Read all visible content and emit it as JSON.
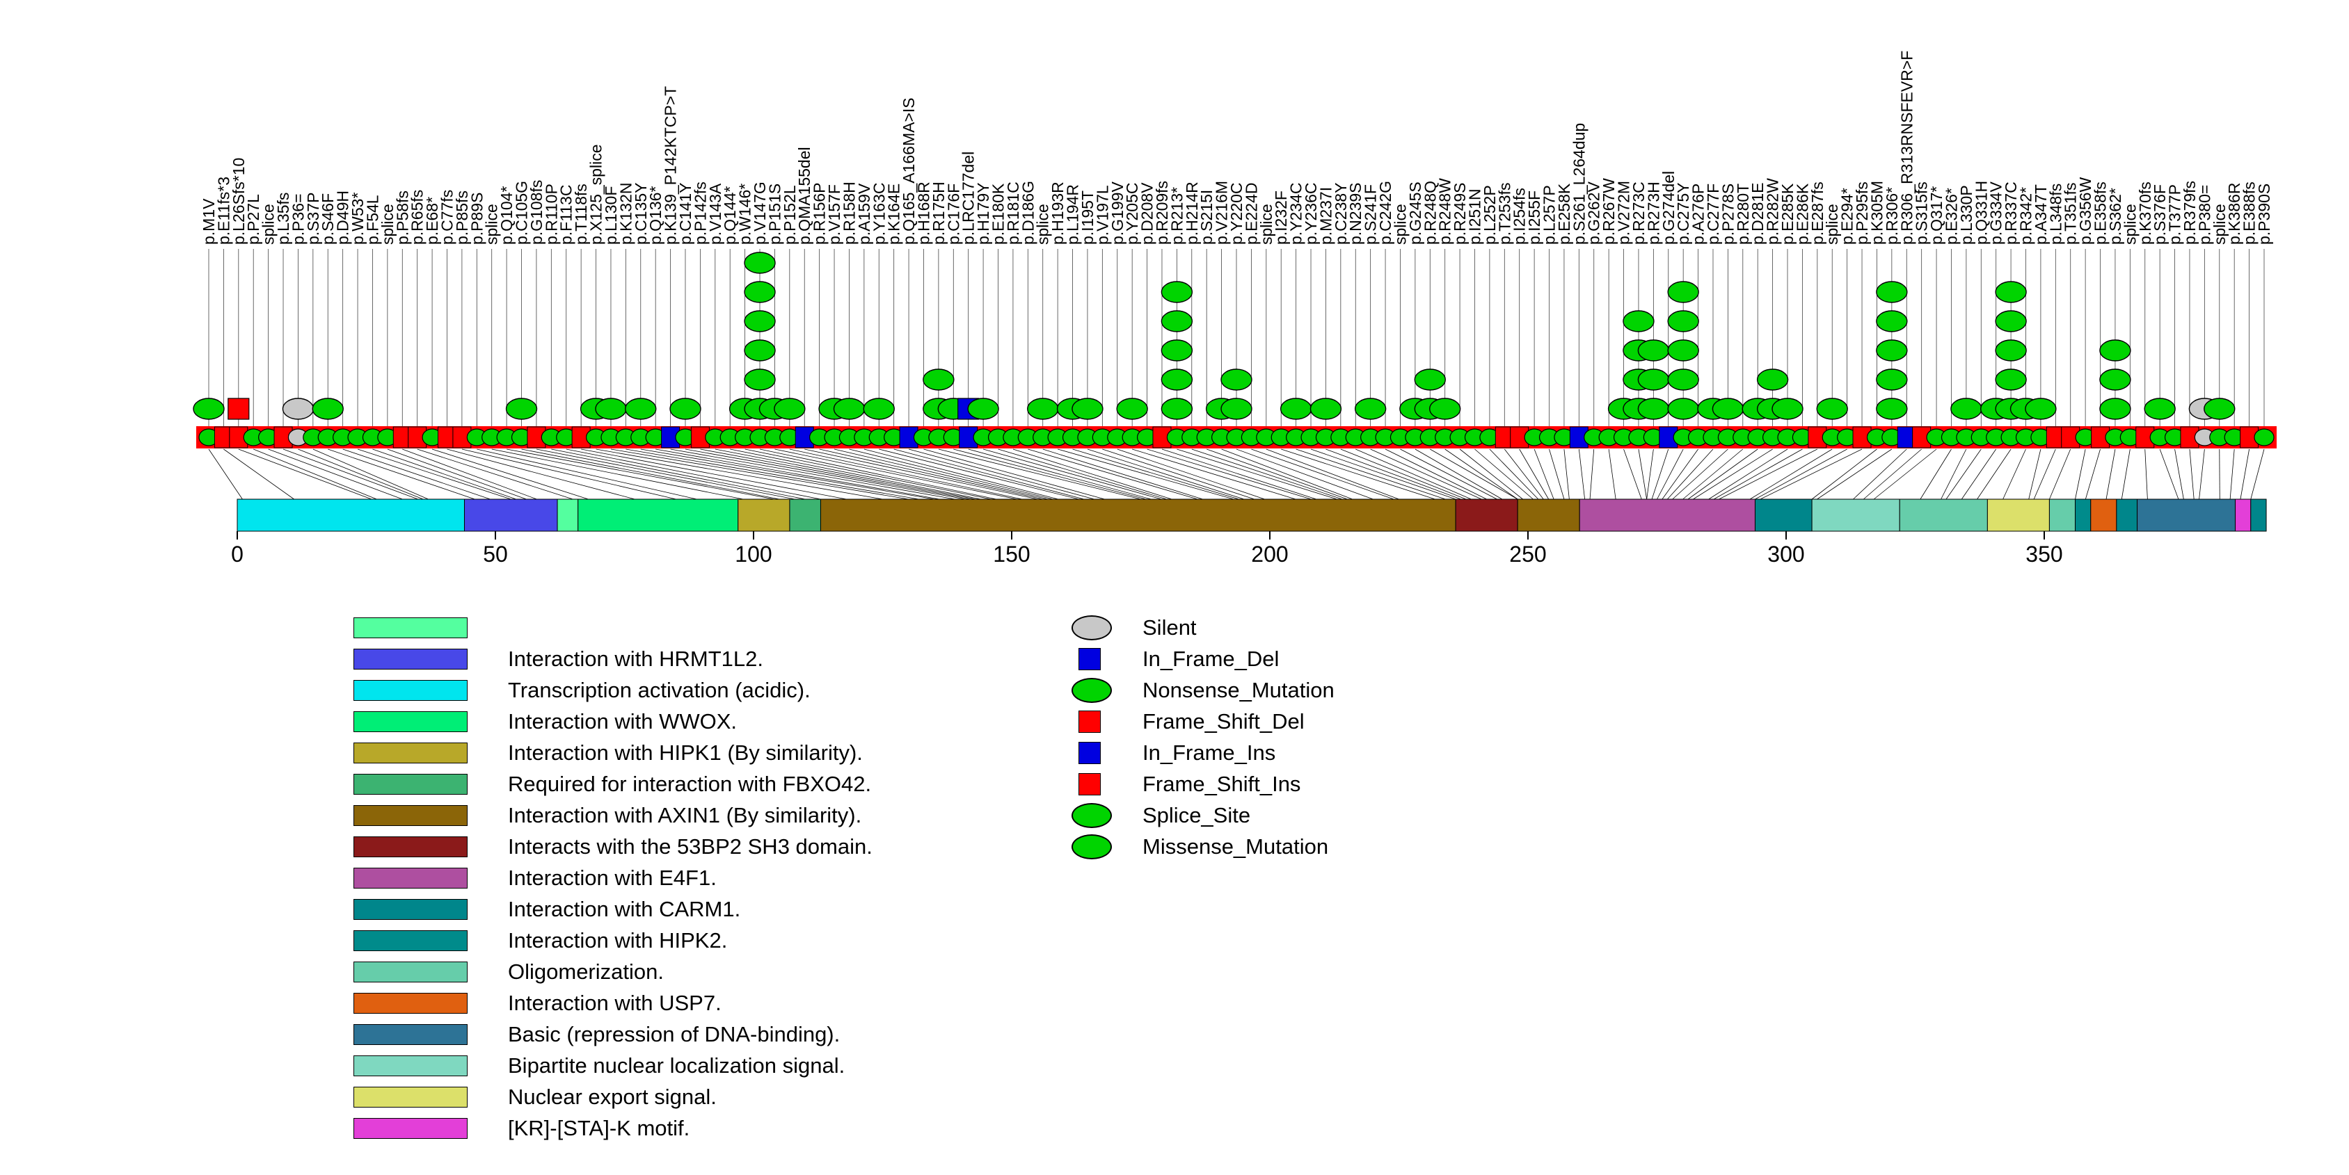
{
  "chart_data": {
    "type": "lollipop",
    "title": "",
    "protein_length": 393,
    "axis_ticks": [
      0,
      50,
      100,
      150,
      200,
      250,
      300,
      350
    ],
    "type_colors": {
      "Missense_Mutation": "#00D400",
      "Nonsense_Mutation": "#00D400",
      "Splice_Site": "#00D400",
      "Silent": "#C8C8C8",
      "Frame_Shift_Del": "#FF0000",
      "Frame_Shift_Ins": "#FF0000",
      "In_Frame_Del": "#0000E0",
      "In_Frame_Ins": "#0000E0"
    },
    "type_shapes": {
      "Missense_Mutation": "ellipse",
      "Nonsense_Mutation": "ellipse",
      "Splice_Site": "ellipse",
      "Silent": "ellipse",
      "Frame_Shift_Del": "rect",
      "Frame_Shift_Ins": "rect",
      "In_Frame_Del": "rect",
      "In_Frame_Ins": "rect"
    },
    "mutation_columns": [
      "label",
      "pos",
      "type",
      "count"
    ],
    "mutations": [
      [
        "p.M1V",
        1,
        "Missense_Mutation",
        2
      ],
      [
        "p.E11fs*3",
        11,
        "Frame_Shift_Del",
        1
      ],
      [
        "p.L26Sfs*10",
        26,
        "Frame_Shift_Del",
        2
      ],
      [
        "p.P27L",
        27,
        "Missense_Mutation",
        1
      ],
      [
        "splice",
        32,
        "Splice_Site",
        1
      ],
      [
        "p.L35fs",
        35,
        "Frame_Shift_Del",
        1
      ],
      [
        "p.P36=",
        36,
        "Silent",
        2
      ],
      [
        "p.S37P",
        37,
        "Missense_Mutation",
        1
      ],
      [
        "p.S46F",
        46,
        "Missense_Mutation",
        2
      ],
      [
        "p.D49H",
        49,
        "Missense_Mutation",
        1
      ],
      [
        "p.W53*",
        53,
        "Nonsense_Mutation",
        1
      ],
      [
        "p.F54L",
        54,
        "Missense_Mutation",
        1
      ],
      [
        "splice",
        56,
        "Splice_Site",
        1
      ],
      [
        "p.P58fs",
        58,
        "Frame_Shift_Del",
        1
      ],
      [
        "p.R65fs",
        65,
        "Frame_Shift_Ins",
        1
      ],
      [
        "p.E68*",
        68,
        "Nonsense_Mutation",
        1
      ],
      [
        "p.C77fs",
        77,
        "Frame_Shift_Del",
        1
      ],
      [
        "p.P85fs",
        85,
        "Frame_Shift_Del",
        1
      ],
      [
        "p.P89S",
        89,
        "Missense_Mutation",
        1
      ],
      [
        "splice",
        98,
        "Splice_Site",
        1
      ],
      [
        "p.Q104*",
        104,
        "Nonsense_Mutation",
        1
      ],
      [
        "p.C105G",
        105,
        "Missense_Mutation",
        2
      ],
      [
        "p.G108fs",
        108,
        "Frame_Shift_Del",
        1
      ],
      [
        "p.R110P",
        110,
        "Missense_Mutation",
        1
      ],
      [
        "p.F113C",
        113,
        "Missense_Mutation",
        1
      ],
      [
        "p.T118fs",
        118,
        "Frame_Shift_Del",
        1
      ],
      [
        "p.X125_splice",
        125,
        "Splice_Site",
        2
      ],
      [
        "p.L130F",
        130,
        "Missense_Mutation",
        2
      ],
      [
        "p.K132N",
        132,
        "Missense_Mutation",
        1
      ],
      [
        "p.C135Y",
        135,
        "Missense_Mutation",
        2
      ],
      [
        "p.Q136*",
        136,
        "Nonsense_Mutation",
        1
      ],
      [
        "p.K139_P142KTCP>T",
        139,
        "In_Frame_Del",
        1
      ],
      [
        "p.C141Y",
        141,
        "Missense_Mutation",
        2
      ],
      [
        "p.P142fs",
        142,
        "Frame_Shift_Del",
        1
      ],
      [
        "p.V143A",
        143,
        "Missense_Mutation",
        1
      ],
      [
        "p.Q144*",
        144,
        "Nonsense_Mutation",
        1
      ],
      [
        "p.W146*",
        146,
        "Nonsense_Mutation",
        2
      ],
      [
        "p.V147G",
        147,
        "Missense_Mutation",
        7
      ],
      [
        "p.P151S",
        151,
        "Missense_Mutation",
        2
      ],
      [
        "p.P152L",
        152,
        "Missense_Mutation",
        2
      ],
      [
        "p.QMA155del",
        155,
        "In_Frame_Del",
        1
      ],
      [
        "p.R156P",
        156,
        "Missense_Mutation",
        1
      ],
      [
        "p.V157F",
        157,
        "Missense_Mutation",
        2
      ],
      [
        "p.R158H",
        158,
        "Missense_Mutation",
        2
      ],
      [
        "p.A159V",
        159,
        "Missense_Mutation",
        1
      ],
      [
        "p.Y163C",
        163,
        "Missense_Mutation",
        2
      ],
      [
        "p.K164E",
        164,
        "Missense_Mutation",
        1
      ],
      [
        "p.Q165_A166MA>IS",
        166,
        "In_Frame_Ins",
        1
      ],
      [
        "p.H168R",
        168,
        "Missense_Mutation",
        1
      ],
      [
        "p.R175H",
        175,
        "Missense_Mutation",
        3
      ],
      [
        "p.C176F",
        176,
        "Missense_Mutation",
        2
      ],
      [
        "p.LRC177del",
        177,
        "In_Frame_Del",
        2
      ],
      [
        "p.H179Y",
        179,
        "Missense_Mutation",
        2
      ],
      [
        "p.E180K",
        180,
        "Missense_Mutation",
        1
      ],
      [
        "p.R181C",
        181,
        "Missense_Mutation",
        1
      ],
      [
        "p.D186G",
        186,
        "Missense_Mutation",
        1
      ],
      [
        "splice",
        187,
        "Splice_Site",
        2
      ],
      [
        "p.H193R",
        193,
        "Missense_Mutation",
        1
      ],
      [
        "p.L194R",
        194,
        "Missense_Mutation",
        2
      ],
      [
        "p.I195T",
        195,
        "Missense_Mutation",
        2
      ],
      [
        "p.V197L",
        197,
        "Missense_Mutation",
        1
      ],
      [
        "p.G199V",
        199,
        "Missense_Mutation",
        1
      ],
      [
        "p.Y205C",
        205,
        "Missense_Mutation",
        2
      ],
      [
        "p.D208V",
        208,
        "Missense_Mutation",
        1
      ],
      [
        "p.R209fs",
        209,
        "Frame_Shift_Del",
        1
      ],
      [
        "p.R213*",
        213,
        "Nonsense_Mutation",
        6
      ],
      [
        "p.H214R",
        214,
        "Missense_Mutation",
        1
      ],
      [
        "p.S215I",
        215,
        "Missense_Mutation",
        1
      ],
      [
        "p.V216M",
        216,
        "Missense_Mutation",
        2
      ],
      [
        "p.Y220C",
        220,
        "Missense_Mutation",
        3
      ],
      [
        "p.E224D",
        224,
        "Missense_Mutation",
        1
      ],
      [
        "splice",
        225,
        "Splice_Site",
        1
      ],
      [
        "p.I232F",
        232,
        "Missense_Mutation",
        1
      ],
      [
        "p.Y234C",
        234,
        "Missense_Mutation",
        2
      ],
      [
        "p.Y236C",
        236,
        "Missense_Mutation",
        1
      ],
      [
        "p.M237I",
        237,
        "Missense_Mutation",
        2
      ],
      [
        "p.C238Y",
        238,
        "Missense_Mutation",
        1
      ],
      [
        "p.N239S",
        239,
        "Missense_Mutation",
        1
      ],
      [
        "p.S241F",
        241,
        "Missense_Mutation",
        2
      ],
      [
        "p.C242G",
        242,
        "Missense_Mutation",
        1
      ],
      [
        "splice",
        244,
        "Splice_Site",
        1
      ],
      [
        "p.G245S",
        245,
        "Missense_Mutation",
        2
      ],
      [
        "p.R248Q",
        248,
        "Missense_Mutation",
        3
      ],
      [
        "p.R248W",
        248,
        "Missense_Mutation",
        2
      ],
      [
        "p.R249S",
        249,
        "Missense_Mutation",
        1
      ],
      [
        "p.I251N",
        251,
        "Missense_Mutation",
        1
      ],
      [
        "p.L252P",
        252,
        "Missense_Mutation",
        1
      ],
      [
        "p.T253fs",
        253,
        "Frame_Shift_Del",
        1
      ],
      [
        "p.I254fs",
        254,
        "Frame_Shift_Del",
        1
      ],
      [
        "p.I255F",
        255,
        "Missense_Mutation",
        1
      ],
      [
        "p.L257P",
        257,
        "Missense_Mutation",
        1
      ],
      [
        "p.E258K",
        258,
        "Missense_Mutation",
        1
      ],
      [
        "p.S261_L264dup",
        261,
        "In_Frame_Ins",
        1
      ],
      [
        "p.G262V",
        262,
        "Missense_Mutation",
        1
      ],
      [
        "p.R267W",
        267,
        "Missense_Mutation",
        1
      ],
      [
        "p.V272M",
        272,
        "Missense_Mutation",
        2
      ],
      [
        "p.R273C",
        273,
        "Missense_Mutation",
        5
      ],
      [
        "p.R273H",
        273,
        "Missense_Mutation",
        4
      ],
      [
        "p.G274del",
        274,
        "In_Frame_Del",
        1
      ],
      [
        "p.C275Y",
        275,
        "Missense_Mutation",
        6
      ],
      [
        "p.A276P",
        276,
        "Missense_Mutation",
        1
      ],
      [
        "p.C277F",
        277,
        "Missense_Mutation",
        2
      ],
      [
        "p.P278S",
        278,
        "Missense_Mutation",
        2
      ],
      [
        "p.R280T",
        280,
        "Missense_Mutation",
        1
      ],
      [
        "p.D281E",
        281,
        "Missense_Mutation",
        2
      ],
      [
        "p.R282W",
        282,
        "Missense_Mutation",
        3
      ],
      [
        "p.E285K",
        285,
        "Missense_Mutation",
        2
      ],
      [
        "p.E286K",
        286,
        "Missense_Mutation",
        1
      ],
      [
        "p.E287fs",
        287,
        "Frame_Shift_Del",
        1
      ],
      [
        "splice",
        293,
        "Splice_Site",
        2
      ],
      [
        "p.E294*",
        294,
        "Nonsense_Mutation",
        1
      ],
      [
        "p.P295fs",
        295,
        "Frame_Shift_Del",
        1
      ],
      [
        "p.K305M",
        305,
        "Missense_Mutation",
        1
      ],
      [
        "p.R306*",
        306,
        "Nonsense_Mutation",
        6
      ],
      [
        "p.R306_R313RNSFEVR>F",
        313,
        "In_Frame_Del",
        1
      ],
      [
        "p.S315fs",
        315,
        "Frame_Shift_Ins",
        1
      ],
      [
        "p.Q317*",
        317,
        "Nonsense_Mutation",
        1
      ],
      [
        "p.E326*",
        326,
        "Nonsense_Mutation",
        1
      ],
      [
        "p.L330P",
        330,
        "Missense_Mutation",
        2
      ],
      [
        "p.Q331H",
        331,
        "Missense_Mutation",
        1
      ],
      [
        "p.G334V",
        334,
        "Missense_Mutation",
        2
      ],
      [
        "p.R337C",
        337,
        "Missense_Mutation",
        6
      ],
      [
        "p.R342*",
        342,
        "Nonsense_Mutation",
        2
      ],
      [
        "p.A347T",
        347,
        "Missense_Mutation",
        2
      ],
      [
        "p.L348fs",
        348,
        "Frame_Shift_Del",
        1
      ],
      [
        "p.T351fs",
        351,
        "Frame_Shift_Ins",
        1
      ],
      [
        "p.G356W",
        356,
        "Missense_Mutation",
        1
      ],
      [
        "p.E358fs",
        358,
        "Frame_Shift_Del",
        1
      ],
      [
        "p.S362*",
        362,
        "Nonsense_Mutation",
        4
      ],
      [
        "splice",
        365,
        "Splice_Site",
        1
      ],
      [
        "p.K370fs",
        370,
        "Frame_Shift_Del",
        1
      ],
      [
        "p.S376F",
        376,
        "Missense_Mutation",
        2
      ],
      [
        "p.T377P",
        377,
        "Missense_Mutation",
        1
      ],
      [
        "p.R379fs",
        379,
        "Frame_Shift_Del",
        1
      ],
      [
        "p.P380=",
        380,
        "Silent",
        2
      ],
      [
        "splice",
        384,
        "Splice_Site",
        2
      ],
      [
        "p.K386R",
        386,
        "Missense_Mutation",
        1
      ],
      [
        "p.E388fs",
        388,
        "Frame_Shift_Del",
        1
      ],
      [
        "p.P390S",
        390,
        "Missense_Mutation",
        1
      ]
    ],
    "domains": [
      {
        "start": 0,
        "end": 44,
        "color": "#00E5EE",
        "label": "Transcription activation (acidic)."
      },
      {
        "start": 44,
        "end": 62,
        "color": "#4848E8",
        "label": "Interaction with HRMT1L2."
      },
      {
        "start": 62,
        "end": 66,
        "color": "#54FF9F",
        "label": ""
      },
      {
        "start": 66,
        "end": 97,
        "color": "#00EE76",
        "label": "Interaction with WWOX."
      },
      {
        "start": 97,
        "end": 107,
        "color": "#B8A829",
        "label": "Interaction with HIPK1 (By similarity)."
      },
      {
        "start": 107,
        "end": 113,
        "color": "#3CB371",
        "label": "Required for interaction with FBXO42."
      },
      {
        "start": 113,
        "end": 236,
        "color": "#8B6508",
        "label": "Interaction with AXIN1 (By similarity)."
      },
      {
        "start": 236,
        "end": 248,
        "color": "#8B1A1A",
        "label": "Interacts with the 53BP2 SH3 domain."
      },
      {
        "start": 248,
        "end": 260,
        "color": "#8B6508",
        "label": "Interaction with AXIN1 (By similarity)."
      },
      {
        "start": 260,
        "end": 294,
        "color": "#AE4FA0",
        "label": "Interaction with E4F1."
      },
      {
        "start": 294,
        "end": 305,
        "color": "#00868B",
        "label": "Interaction with CARM1."
      },
      {
        "start": 305,
        "end": 322,
        "color": "#7FD8C0",
        "label": "Bipartite nuclear localization signal."
      },
      {
        "start": 322,
        "end": 339,
        "color": "#66CDAA",
        "label": "Oligomerization."
      },
      {
        "start": 339,
        "end": 351,
        "color": "#DCE06A",
        "label": "Nuclear export signal."
      },
      {
        "start": 351,
        "end": 356,
        "color": "#66CDAA",
        "label": "Oligomerization."
      },
      {
        "start": 356,
        "end": 359,
        "color": "#008B8B",
        "label": "Interaction with HIPK2."
      },
      {
        "start": 359,
        "end": 364,
        "color": "#E06010",
        "label": "Interaction with USP7."
      },
      {
        "start": 364,
        "end": 368,
        "color": "#00868B",
        "label": "Interaction with CARM1."
      },
      {
        "start": 368,
        "end": 387,
        "color": "#2D7396",
        "label": "Basic (repression of DNA-binding)."
      },
      {
        "start": 387,
        "end": 390,
        "color": "#E33FD8",
        "label": "[KR]-[STA]-K motif."
      },
      {
        "start": 390,
        "end": 393,
        "color": "#00868B",
        "label": "Interaction with CARM1."
      }
    ],
    "domain_legend": [
      {
        "label": "",
        "color": "#54FF9F"
      },
      {
        "label": "Interaction with HRMT1L2.",
        "color": "#4848E8"
      },
      {
        "label": "Transcription activation (acidic).",
        "color": "#00E5EE"
      },
      {
        "label": "Interaction with WWOX.",
        "color": "#00EE76"
      },
      {
        "label": "Interaction with HIPK1 (By similarity).",
        "color": "#B8A829"
      },
      {
        "label": "Required for interaction with FBXO42.",
        "color": "#3CB371"
      },
      {
        "label": "Interaction with AXIN1 (By similarity).",
        "color": "#8B6508"
      },
      {
        "label": "Interacts with the 53BP2 SH3 domain.",
        "color": "#8B1A1A"
      },
      {
        "label": "Interaction with E4F1.",
        "color": "#AE4FA0"
      },
      {
        "label": "Interaction with CARM1.",
        "color": "#00868B"
      },
      {
        "label": "Interaction with HIPK2.",
        "color": "#008B8B"
      },
      {
        "label": "Oligomerization.",
        "color": "#66CDAA"
      },
      {
        "label": "Interaction with USP7.",
        "color": "#E06010"
      },
      {
        "label": "Basic (repression of DNA-binding).",
        "color": "#2D7396"
      },
      {
        "label": "Bipartite nuclear localization signal.",
        "color": "#7FD8C0"
      },
      {
        "label": "Nuclear export signal.",
        "color": "#DCE06A"
      },
      {
        "label": "[KR]-[STA]-K motif.",
        "color": "#E33FD8"
      }
    ],
    "type_legend": [
      {
        "label": "Silent",
        "shape": "ellipse",
        "color": "#C8C8C8"
      },
      {
        "label": "In_Frame_Del",
        "shape": "rect",
        "color": "#0000E0"
      },
      {
        "label": "Nonsense_Mutation",
        "shape": "ellipse",
        "color": "#00D400"
      },
      {
        "label": "Frame_Shift_Del",
        "shape": "rect",
        "color": "#FF0000"
      },
      {
        "label": "In_Frame_Ins",
        "shape": "rect",
        "color": "#0000E0"
      },
      {
        "label": "Frame_Shift_Ins",
        "shape": "rect",
        "color": "#FF0000"
      },
      {
        "label": "Splice_Site",
        "shape": "ellipse",
        "color": "#00D400"
      },
      {
        "label": "Missense_Mutation",
        "shape": "ellipse",
        "color": "#00D400"
      }
    ]
  }
}
